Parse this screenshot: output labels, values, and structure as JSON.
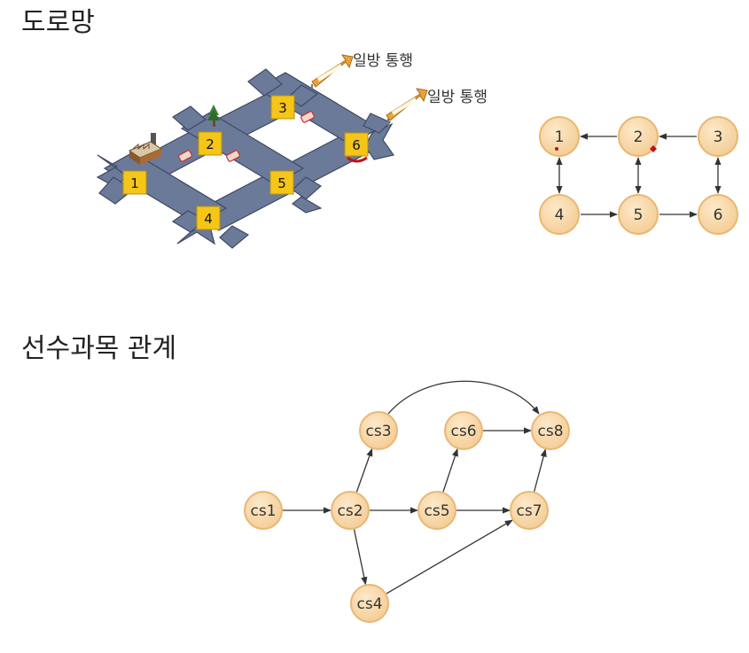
{
  "sections": {
    "road": {
      "title": "도로망"
    },
    "prereq": {
      "title": "선수과목 관계"
    }
  },
  "road_map": {
    "intersections": [
      "1",
      "2",
      "3",
      "4",
      "5",
      "6"
    ],
    "one_way_labels": [
      "일방 통행",
      "일방 통행"
    ]
  },
  "road_graph": {
    "nodes": [
      "1",
      "2",
      "3",
      "4",
      "5",
      "6"
    ],
    "edges": [
      {
        "from": "2",
        "to": "1",
        "bidirectional": false
      },
      {
        "from": "3",
        "to": "2",
        "bidirectional": false
      },
      {
        "from": "1",
        "to": "4",
        "bidirectional": true
      },
      {
        "from": "2",
        "to": "5",
        "bidirectional": true
      },
      {
        "from": "3",
        "to": "6",
        "bidirectional": true
      },
      {
        "from": "4",
        "to": "5",
        "bidirectional": false
      },
      {
        "from": "5",
        "to": "6",
        "bidirectional": false
      }
    ]
  },
  "prereq_graph": {
    "nodes": [
      "cs1",
      "cs2",
      "cs3",
      "cs4",
      "cs5",
      "cs6",
      "cs7",
      "cs8"
    ],
    "edges": [
      {
        "from": "cs1",
        "to": "cs2"
      },
      {
        "from": "cs2",
        "to": "cs3"
      },
      {
        "from": "cs2",
        "to": "cs5"
      },
      {
        "from": "cs2",
        "to": "cs4"
      },
      {
        "from": "cs3",
        "to": "cs8"
      },
      {
        "from": "cs5",
        "to": "cs6"
      },
      {
        "from": "cs5",
        "to": "cs7"
      },
      {
        "from": "cs6",
        "to": "cs8"
      },
      {
        "from": "cs4",
        "to": "cs7"
      },
      {
        "from": "cs7",
        "to": "cs8"
      }
    ]
  },
  "colors": {
    "node_fill": "#f7d9ad",
    "node_stroke": "#e9b774",
    "road": "#6b7a99",
    "road_edge": "#3e4a66",
    "intersection": "#f5c518",
    "arrow_sign": "#e8a33a",
    "edge": "#333333",
    "marker_red": "#c0101a"
  }
}
